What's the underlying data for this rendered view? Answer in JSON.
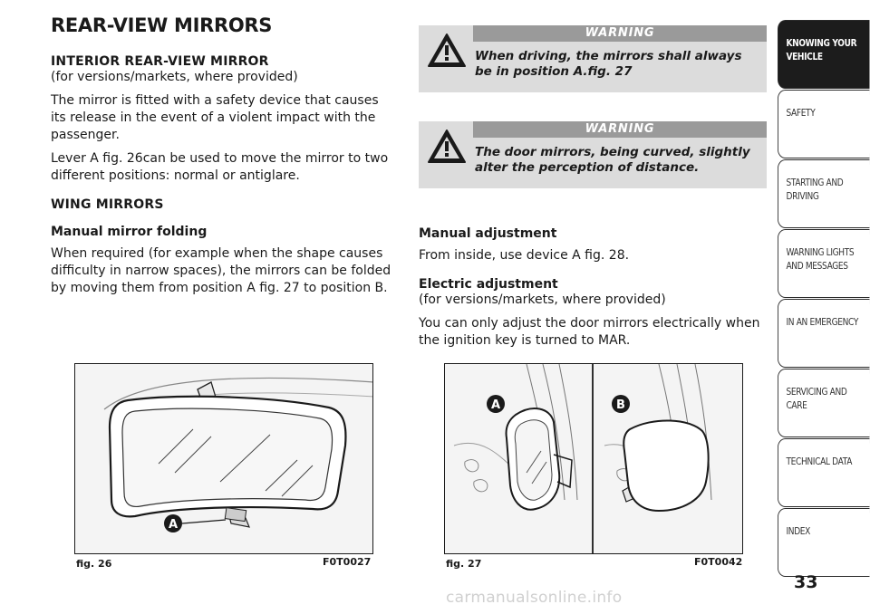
{
  "left": {
    "title": "REAR-VIEW MIRRORS",
    "interior_heading": "INTERIOR REAR-VIEW MIRROR",
    "interior_note": "(for versions/markets, where provided)",
    "interior_p1": "The mirror is fitted with a safety device that causes its release in the event of a violent impact with the passenger.",
    "interior_p2": "Lever A fig. 26can be used to move the mirror to two different positions: normal or antiglare.",
    "wing_heading": "WING MIRRORS",
    "folding_heading": "Manual mirror folding",
    "folding_p": "When required (for example when the shape causes difficulty in narrow spaces), the mirrors can be folded by moving them from position A fig. 27 to position B."
  },
  "warnings": [
    {
      "label": "WARNING",
      "text": "When driving, the mirrors shall always be in position A.fig. 27"
    },
    {
      "label": "WARNING",
      "text": "The door mirrors, being curved, slightly alter the perception of distance."
    }
  ],
  "right": {
    "manual_heading": "Manual adjustment",
    "manual_p": "From inside, use device A fig. 28.",
    "electric_heading": "Electric adjustment",
    "electric_note": "(for versions/markets, where provided)",
    "electric_p": "You can only adjust the door mirrors electrically when the ignition key is turned to MAR."
  },
  "figures": [
    {
      "caption": "fig. 26",
      "code": "F0T0027",
      "labels": [
        "A"
      ]
    },
    {
      "caption": "fig. 27",
      "code": "F0T0042",
      "labels": [
        "A",
        "B"
      ]
    }
  ],
  "sidebar": {
    "tabs": [
      {
        "line1": "KNOWING YOUR",
        "line2": "VEHICLE",
        "active": true
      },
      {
        "line1": "SAFETY",
        "line2": ""
      },
      {
        "line1": "STARTING AND",
        "line2": "DRIVING"
      },
      {
        "line1": "WARNING LIGHTS",
        "line2": "AND MESSAGES"
      },
      {
        "line1": "IN AN EMERGENCY",
        "line2": ""
      },
      {
        "line1": "SERVICING AND",
        "line2": "CARE"
      },
      {
        "line1": "TECHNICAL DATA",
        "line2": ""
      },
      {
        "line1": "INDEX",
        "line2": ""
      }
    ]
  },
  "page_number": "33",
  "watermark": "carmanualsonline.info",
  "colors": {
    "warning_bg": "#dcdcdc",
    "warning_bar": "#9a9a9a",
    "active_tab": "#1c1c1c"
  }
}
